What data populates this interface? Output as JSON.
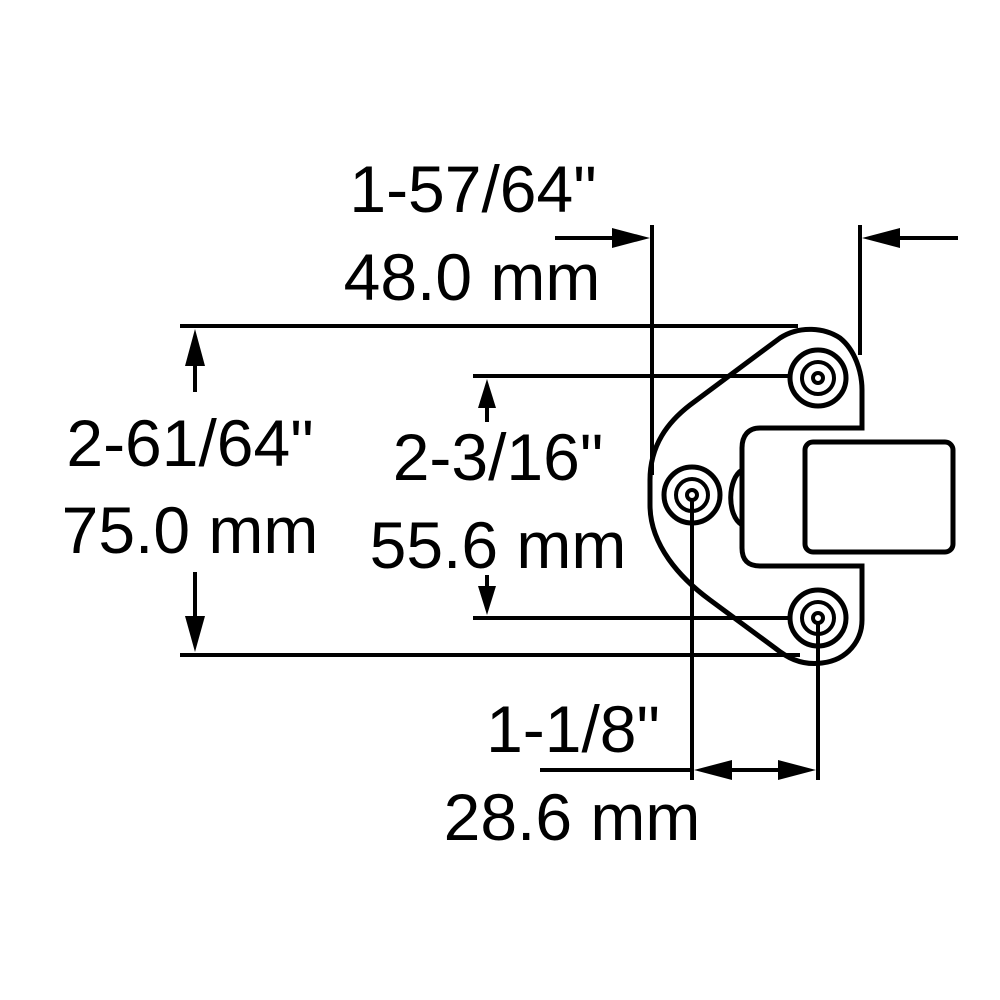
{
  "colors": {
    "ink": "#000000",
    "paper": "#ffffff"
  },
  "dimensions": {
    "overall_width": {
      "imperial": "1-57/64\"",
      "metric": "48.0 mm"
    },
    "overall_height": {
      "imperial": "2-61/64\"",
      "metric": "75.0 mm"
    },
    "hole_spacing_vertical": {
      "imperial": "2-3/16\"",
      "metric": "55.6 mm"
    },
    "hole_spacing_horizontal": {
      "imperial": "1-1/8\"",
      "metric": "28.6 mm"
    }
  }
}
